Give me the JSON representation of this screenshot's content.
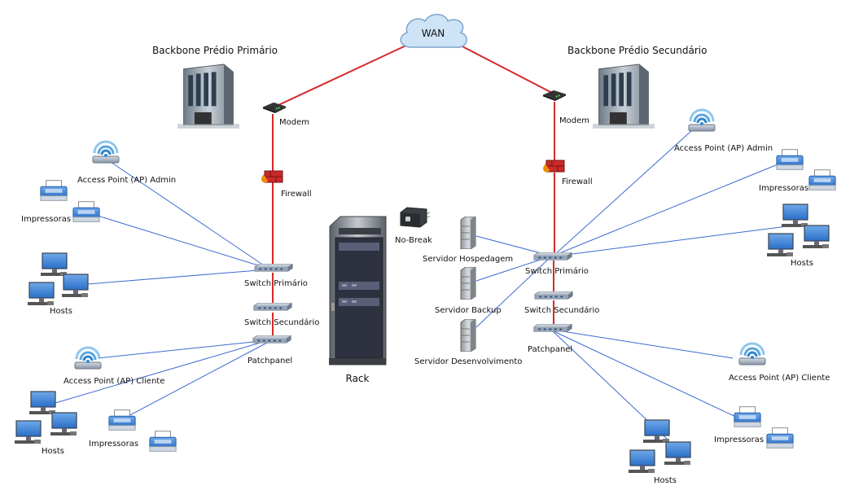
{
  "wan": {
    "label": "WAN"
  },
  "rack": {
    "label": "Rack"
  },
  "nobreak": {
    "label": "No-Break"
  },
  "servers": {
    "hospedagem": "Servidor Hospedagem",
    "backup": "Servidor Backup",
    "desenvolvimento": "Servidor Desenvolvimento"
  },
  "left": {
    "building": "Backbone Prédio Primário",
    "modem": "Modem",
    "firewall": "Firewall",
    "switch_primario": "Switch  Primário",
    "switch_secundario": "Switch Secundário",
    "patchpanel": "Patchpanel",
    "ap_admin": "Access Point (AP) Admin",
    "impressoras_top": "Impressoras",
    "hosts_top": "Hosts",
    "ap_cliente": "Access Point (AP) Cliente",
    "hosts_bottom": "Hosts",
    "impressoras_bottom": "Impressoras"
  },
  "right": {
    "building": "Backbone Prédio Secundário",
    "modem": "Modem",
    "firewall": "Firewall",
    "switch_primario": "Switch  Primário",
    "switch_secundario": "Switch Secundário",
    "patchpanel": "Patchpanel",
    "ap_admin": "Access Point (AP) Admin",
    "impressoras_top": "Impressoras",
    "hosts_top": "Hosts",
    "ap_cliente": "Access Point (AP) Cliente",
    "impressoras_bottom": "Impressoras",
    "hosts_bottom": "Hosts"
  },
  "colors": {
    "wan_link": "#d42a2a",
    "lan_link": "#3d6bd1"
  },
  "icons": [
    "cloud-icon",
    "building-icon",
    "modem-icon",
    "firewall-icon",
    "switch-icon",
    "access-point-icon",
    "printer-icon",
    "monitor-icon",
    "server-icon",
    "rack-icon",
    "ups-icon"
  ]
}
